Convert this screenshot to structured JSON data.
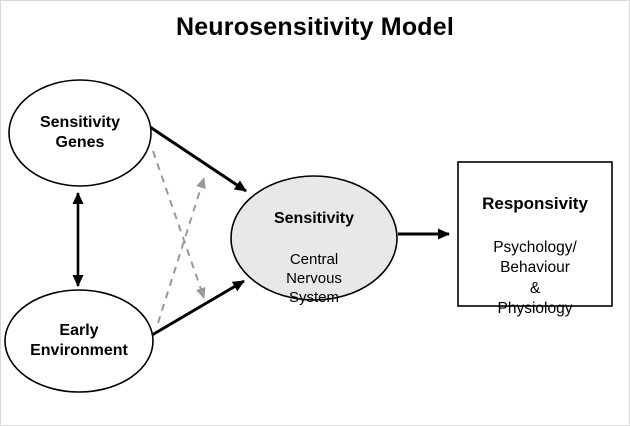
{
  "title": "Neurosensitivity Model",
  "diagram": {
    "genes": {
      "label": "Sensitivity\nGenes"
    },
    "environment": {
      "label": "Early\nEnvironment"
    },
    "cns": {
      "heading": "Sensitivity",
      "body": "Central\nNervous\nSystem"
    },
    "responsivity": {
      "heading": "Responsivity",
      "body": "Psychology/\nBehaviour\n&\nPhysiology"
    },
    "colors": {
      "node_fill": "#ffffff",
      "cns_fill": "#e8e8e8",
      "stroke": "#000000",
      "dashed_arrow": "#999999"
    }
  }
}
